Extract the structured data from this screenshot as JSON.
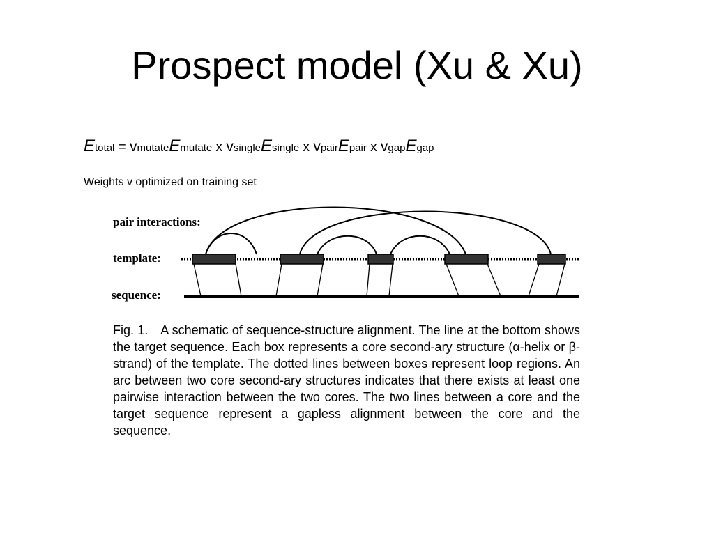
{
  "slide": {
    "title": "Prospect model (Xu & Xu)",
    "weights_note": "Weights v optimized on training set"
  },
  "formula": {
    "lhs_E": "E",
    "lhs_sub": "total",
    "equals": " = ",
    "times": " x ",
    "terms": [
      {
        "v": "v",
        "sub": "mutate",
        "E": "E",
        "Esub": "mutate"
      },
      {
        "v": "v",
        "sub": "single",
        "E": "E",
        "Esub": "single"
      },
      {
        "v": "v",
        "sub": "pair",
        "E": "E",
        "Esub": "pair"
      },
      {
        "v": "v",
        "sub": "gap",
        "E": "E",
        "Esub": "gap"
      }
    ]
  },
  "diagram": {
    "labels": {
      "pair": "pair interactions:",
      "template": "template:",
      "sequence": "sequence:"
    }
  },
  "caption": {
    "fig_number": "Fig. 1.",
    "text": "A schematic of sequence-structure alignment. The line at the bottom shows the target sequence. Each box represents a core second-ary structure (α-helix or β-strand) of the template. The dotted lines between boxes represent loop regions. An arc between two core second-ary structures indicates that there exists at least one pairwise interaction between the two cores. The two lines between a core and the target sequence represent a gapless alignment between the core and the sequence."
  }
}
